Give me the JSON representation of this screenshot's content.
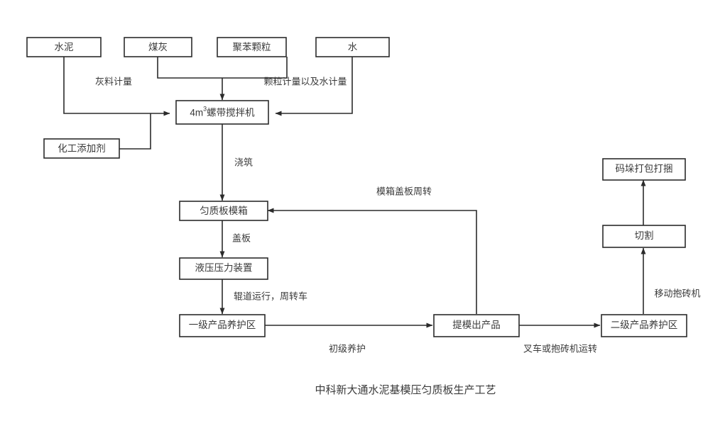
{
  "diagram": {
    "caption": "中科新大通水泥基模压匀质板生产工艺",
    "nodes": {
      "cement": "水泥",
      "fly_ash": "煤灰",
      "eps_particle": "聚苯颗粒",
      "water": "水",
      "chem_additive": "化工添加剂",
      "mixer_main": "4m",
      "mixer_sup": "3",
      "mixer_tail": "螺带搅拌机",
      "mixer_full": "4m³螺带搅拌机",
      "mold_box": "匀质板模箱",
      "hydraulic_press": "液压压力装置",
      "primary_curing": "一级产品养护区",
      "demold_product": "提模出产品",
      "secondary_curing": "二级产品养护区",
      "cutting": "切割",
      "stacking_packing": "码垛打包打捆"
    },
    "edge_labels": {
      "ash_metering": "灰料计量",
      "particle_water_metering": "颗粒计量以及水计量",
      "casting": "浇筑",
      "cover_plate": "盖板",
      "roller_transfer": "辊道运行，周转车",
      "primary_care": "初级养护",
      "forklift_transfer": "叉车或抱砖机运转",
      "mobile_brick_machine": "移动抱砖机",
      "mold_cover_recycle": "模箱盖板周转"
    },
    "colors": {
      "stroke": "#2b2b2b",
      "text": "#3a3a3a",
      "background": "#ffffff"
    }
  }
}
